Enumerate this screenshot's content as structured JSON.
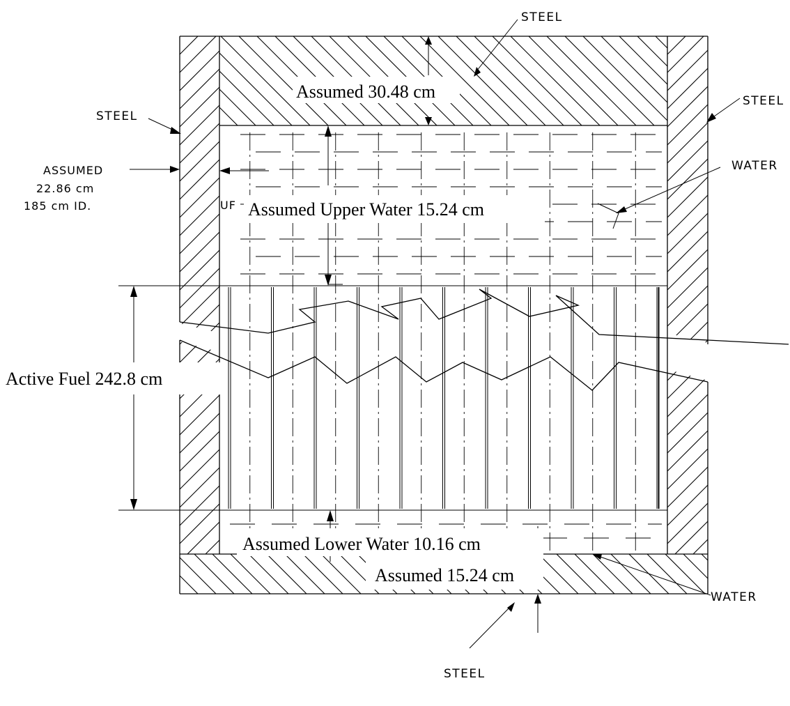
{
  "labels": {
    "steel_top": "STEEL",
    "steel_left": "STEEL",
    "steel_right": "STEEL",
    "steel_bottom": "STEEL",
    "water_upper": "WATER",
    "water_lower": "WATER",
    "assumed_wall_1": "ASSUMED",
    "assumed_wall_2": "22.86 cm",
    "assumed_wall_3": "185 cm ID.",
    "uf_mark": "UF",
    "top_plate": "Assumed 30.48 cm",
    "upper_water": "Assumed Upper Water 15.24 cm",
    "active_fuel": "Active Fuel 242.8 cm",
    "lower_water": "Assumed Lower Water 10.16 cm",
    "bottom_plate": "Assumed 15.24 cm"
  }
}
